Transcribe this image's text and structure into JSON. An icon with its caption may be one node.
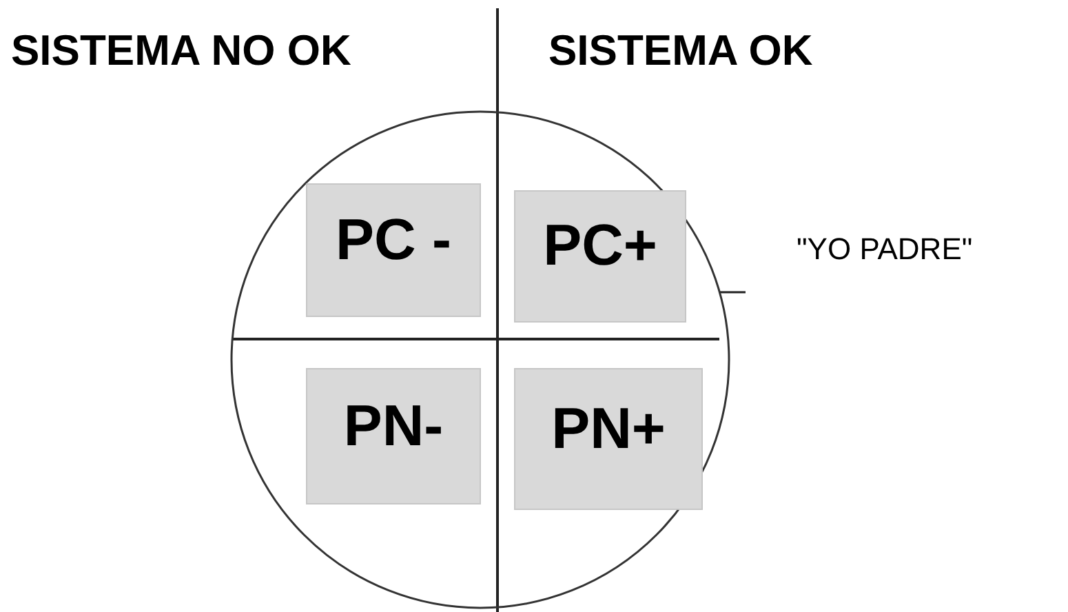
{
  "diagram": {
    "nodes": [
      {
        "text": [],
        "shape": "circle"
      },
      {
        "text": [
          "PC -"
        ],
        "in": 0
      },
      {
        "text": [
          "PC+"
        ],
        "in": 0
      },
      {
        "text": [
          "PN-"
        ],
        "in": 0
      },
      {
        "text": [
          "PN+"
        ],
        "in": 0
      }
    ],
    "labels": [
      "SISTEMA NO OK",
      "SISTEMA OK",
      "\"YO PADRE\""
    ]
  }
}
